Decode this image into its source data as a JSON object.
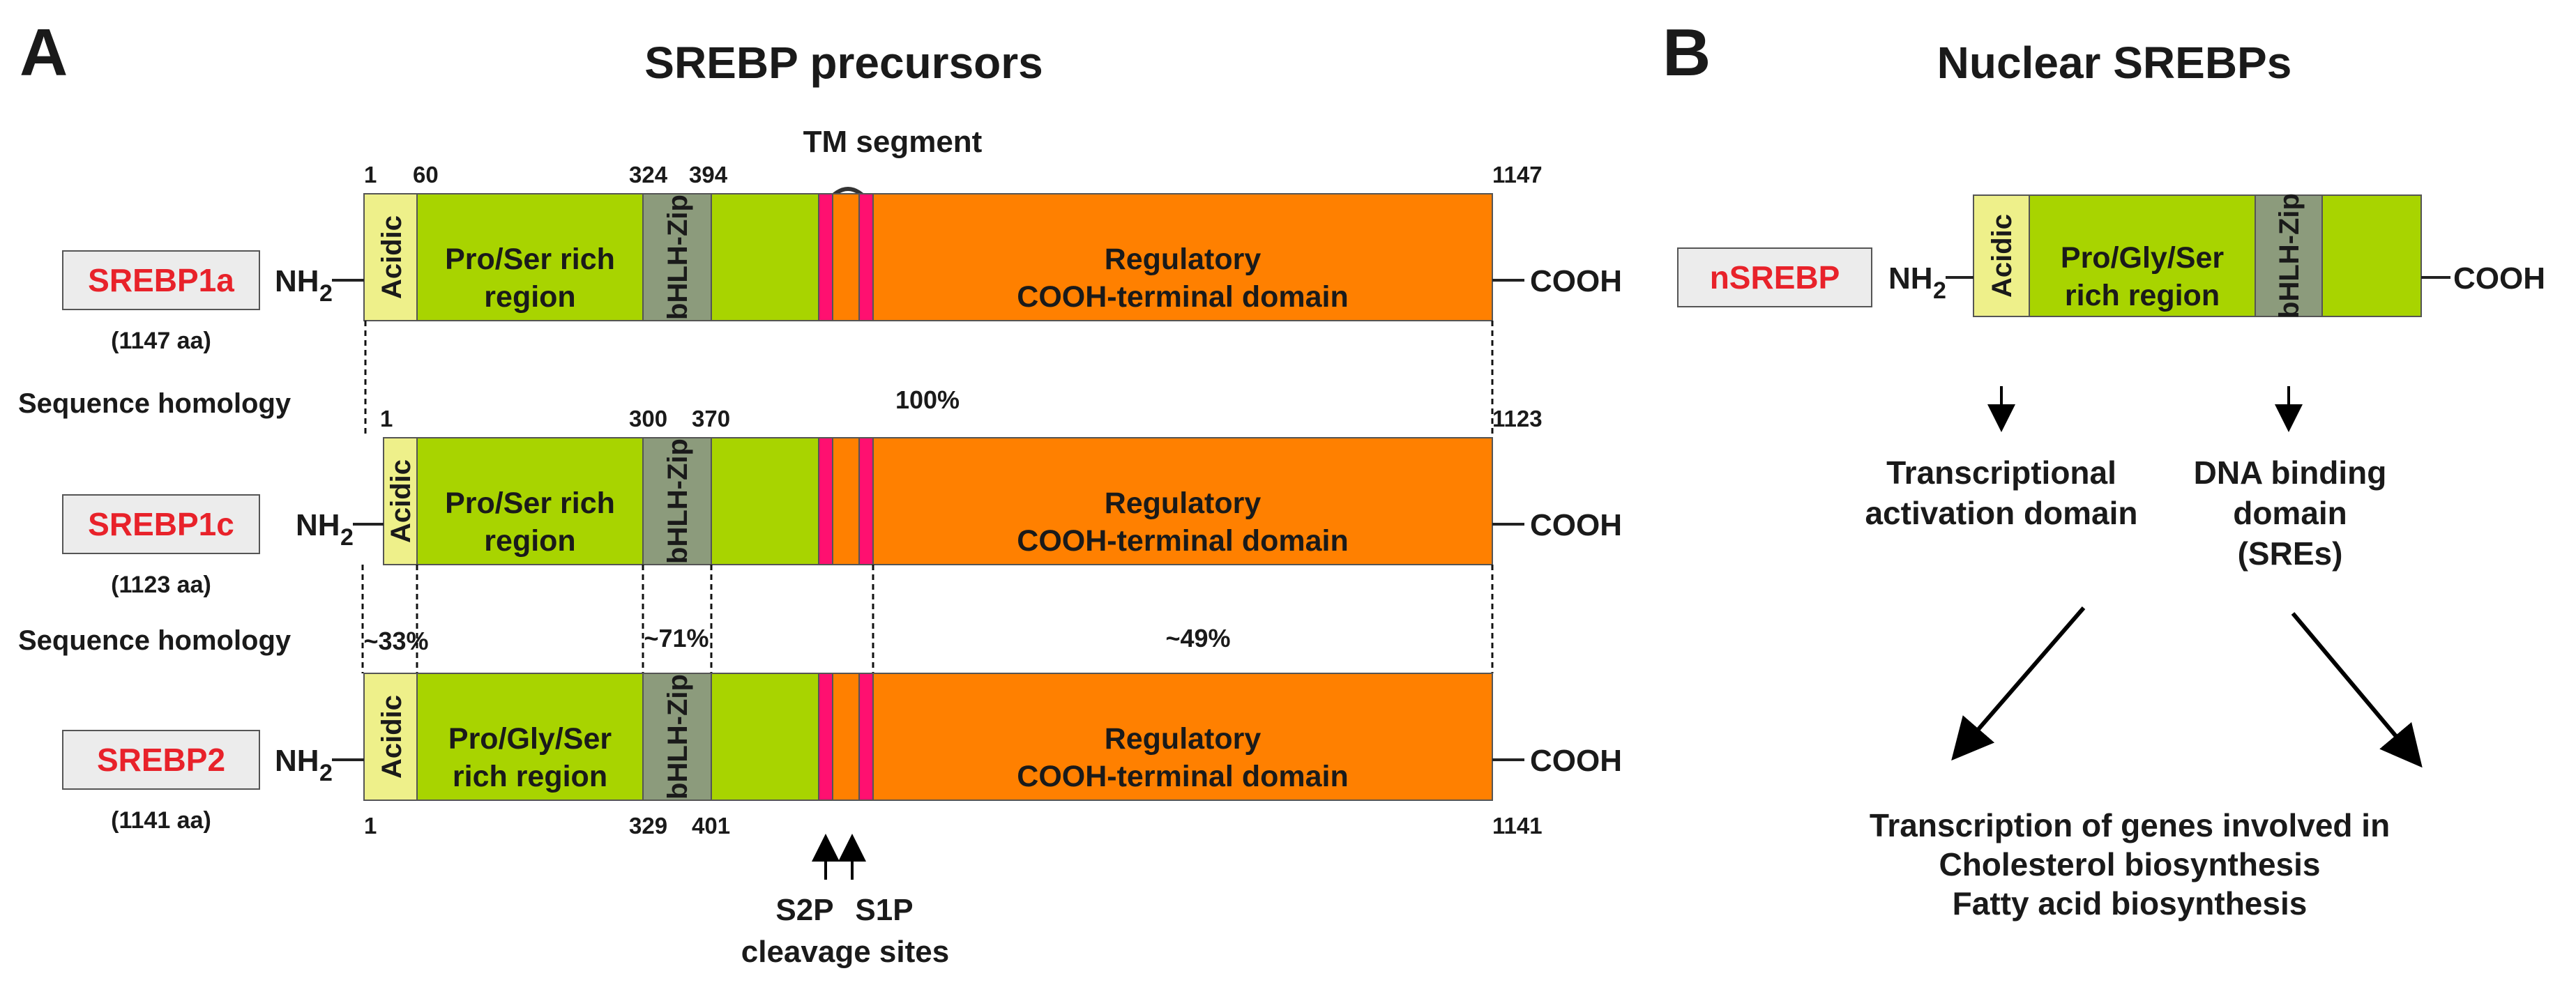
{
  "panel_a": {
    "letter": "A",
    "title": "SREBP precursors",
    "tm_label": "TM segment",
    "sequence_homology_label": "Sequence homology",
    "homology": {
      "full": "100%",
      "acidic": "~33%",
      "bhlh": "~71%",
      "regulatory": "~49%"
    },
    "cleavage": {
      "s2p": "S2P",
      "s1p": "S1P",
      "sites": "cleavage sites"
    },
    "proteins": [
      {
        "name": "SREBP1a",
        "length": "(1147 aa)",
        "nh2": "NH",
        "nh2_sub": "2",
        "cooh": "COOH",
        "acidic": "Acidic",
        "pro_line1": "Pro/Ser rich",
        "pro_line2": "region",
        "bhlh": "bHLH-Zip",
        "reg_line1": "Regulatory",
        "reg_line2": "COOH-terminal domain",
        "positions": [
          "1",
          "60",
          "324",
          "394",
          "1147"
        ]
      },
      {
        "name": "SREBP1c",
        "length": "(1123 aa)",
        "nh2": "NH",
        "nh2_sub": "2",
        "cooh": "COOH",
        "acidic": "Acidic",
        "pro_line1": "Pro/Ser rich",
        "pro_line2": "region",
        "bhlh": "bHLH-Zip",
        "reg_line1": "Regulatory",
        "reg_line2": "COOH-terminal domain",
        "positions": [
          "1",
          "300",
          "370",
          "1123"
        ]
      },
      {
        "name": "SREBP2",
        "length": "(1141 aa)",
        "nh2": "NH",
        "nh2_sub": "2",
        "cooh": "COOH",
        "acidic": "Acidic",
        "pro_line1": "Pro/Gly/Ser",
        "pro_line2": "rich region",
        "bhlh": "bHLH-Zip",
        "reg_line1": "Regulatory",
        "reg_line2": "COOH-terminal domain",
        "positions": [
          "1",
          "329",
          "401",
          "1141"
        ]
      }
    ]
  },
  "panel_b": {
    "letter": "B",
    "title": "Nuclear SREBPs",
    "name": "nSREBP",
    "nh2": "NH",
    "nh2_sub": "2",
    "cooh": "COOH",
    "acidic": "Acidic",
    "pro_line1": "Pro/Gly/Ser",
    "pro_line2": "rich region",
    "bhlh": "bHLH-Zip",
    "tad_line1": "Transcriptional",
    "tad_line2": "activation domain",
    "dbd_line1": "DNA binding",
    "dbd_line2": "domain",
    "dbd_line3": "(SREs)",
    "out_line1": "Transcription of genes involved in",
    "out_line2": "Cholesterol biosynthesis",
    "out_line3": "Fatty acid biosynthesis"
  },
  "colors": {
    "acidic": "#eef08a",
    "pro": "#a8d400",
    "bhlh": "#8c9b7c",
    "regulatory": "#ff8000",
    "tm": "#ff1070",
    "name_box": "#ececec",
    "name_text": "#e8222a"
  }
}
